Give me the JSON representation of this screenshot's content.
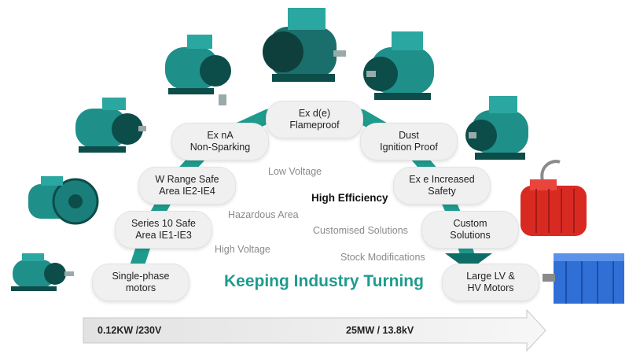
{
  "colors": {
    "teal_path": "#1f9b8e",
    "tagline": "#1f9b8e",
    "motor_teal": "#1f8f8a",
    "motor_red": "#d92a22",
    "motor_blue": "#2f6fd6"
  },
  "steps": [
    "Single-phase\nmotors",
    "Series 10  Safe\nArea IE1-IE3",
    "W Range Safe\nArea IE2-IE4",
    "Ex nA\nNon-Sparking",
    "Ex d(e)\nFlameproof",
    "Dust\nIgnition Proof",
    "Ex e Increased\nSafety",
    "Custom\nSolutions",
    "Large LV &\nHV Motors"
  ],
  "features": {
    "low_voltage": "Low Voltage",
    "high_efficiency": "High Efficiency",
    "hazardous_area": "Hazardous Area",
    "customised_solutions": "Customised Solutions",
    "high_voltage": "High Voltage",
    "stock_modifications": "Stock Modifications"
  },
  "tagline": "Keeping Industry Turning",
  "scale": {
    "start": "0.12KW /230V",
    "end": "25MW / 13.8kV"
  },
  "motor_icons": [
    "small-teal-motor-icon",
    "teal-flange-motor-icon",
    "teal-motor-icon",
    "teal-motor-icon",
    "flameproof-motor-icon",
    "teal-motor-icon",
    "teal-motor-icon",
    "red-motor-icon",
    "blue-hv-motor-icon"
  ]
}
